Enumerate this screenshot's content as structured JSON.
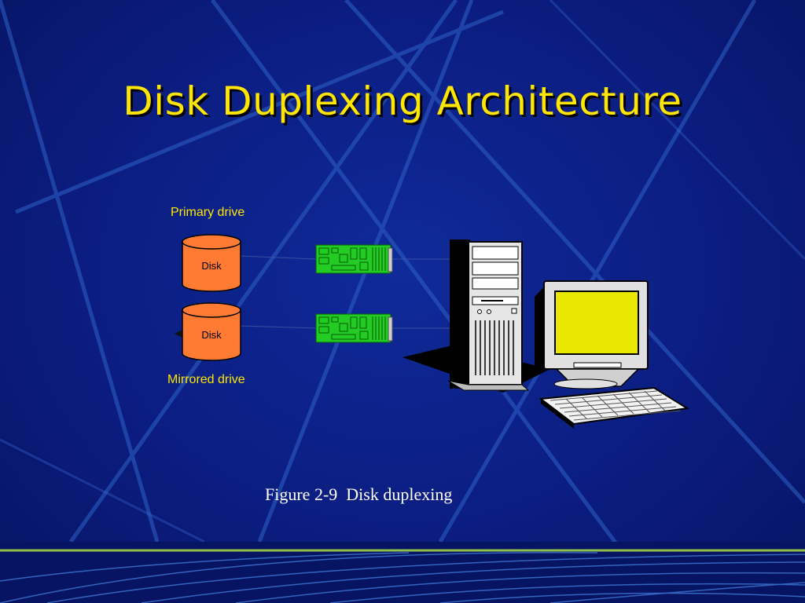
{
  "slide": {
    "title": "Disk Duplexing Architecture",
    "caption": "Figure 2-9  Disk duplexing"
  },
  "diagram": {
    "primary_drive_label": "Primary drive",
    "mirrored_drive_label": "Mirrored drive",
    "disk_label": "Disk",
    "icons": [
      "disk-cylinder-icon",
      "controller-card-icon",
      "server-tower-icon",
      "crt-monitor-icon",
      "keyboard-icon"
    ]
  },
  "colors": {
    "background": "#0b1d80",
    "title": "#ffe600",
    "disk": "#ff7a33",
    "controller_card": "#22cc22",
    "monitor_screen": "#e8e800"
  }
}
